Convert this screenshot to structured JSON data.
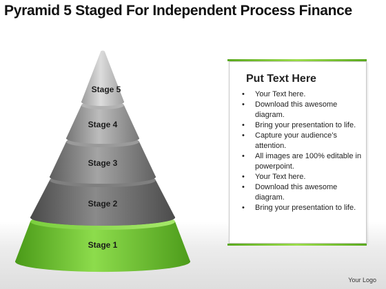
{
  "title": "Pyramid 5 Staged For Independent Process Finance",
  "stages": [
    {
      "label": "Stage 1",
      "color": "#6cc52f"
    },
    {
      "label": "Stage 2",
      "color": "#6e6e6e"
    },
    {
      "label": "Stage 3",
      "color": "#8a8a8a"
    },
    {
      "label": "Stage 4",
      "color": "#a3a3a3"
    },
    {
      "label": "Stage 5",
      "color": "#c4c4c4"
    }
  ],
  "panel": {
    "heading": "Put Text Here",
    "bullets": [
      "Your Text here.",
      "Download this awesome diagram.",
      "Bring your presentation to life.",
      "Capture your audience’s attention.",
      "All images are 100% editable in powerpoint.",
      "Your Text here.",
      "Download this awesome diagram.",
      "Bring your presentation to life."
    ],
    "accent_color": "#6cc52f"
  },
  "logo": "Your Logo"
}
